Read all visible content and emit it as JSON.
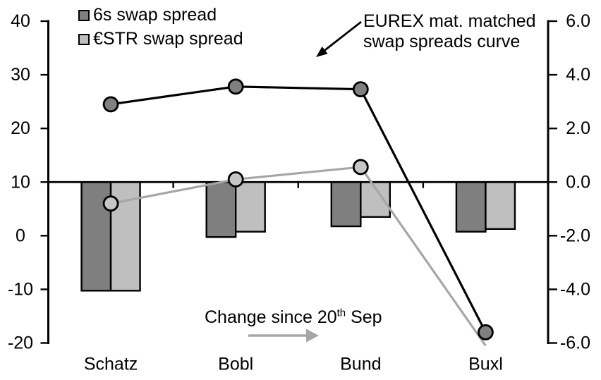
{
  "chart_data": {
    "type": "combo-bar-line",
    "categories": [
      "Schatz",
      "Bobl",
      "Bund",
      "Buxl"
    ],
    "left_axis": {
      "ticks": [
        40,
        30,
        20,
        10,
        0,
        -10,
        -20
      ],
      "min": -20,
      "max": 40
    },
    "right_axis": {
      "ticks": [
        6,
        4,
        2,
        0,
        -2,
        -4,
        -6
      ],
      "min": -6,
      "max": 6,
      "decimals": 1
    },
    "bar_series": [
      {
        "name": "6s swap spread",
        "axis": "right",
        "color": "#7f7f7f",
        "values": [
          -4.05,
          -2.05,
          -1.65,
          -1.85
        ]
      },
      {
        "name": "€STR swap spread",
        "axis": "right",
        "color": "#bfbfbf",
        "values": [
          -4.05,
          -1.85,
          -1.3,
          -1.75
        ]
      }
    ],
    "line_series": [
      {
        "name": "6s swap spread curve",
        "axis": "left",
        "color": "#000000",
        "marker_fill": "#808080",
        "values": [
          24.5,
          27.8,
          27.3,
          -18.0
        ],
        "markers": [
          true,
          true,
          true,
          true
        ]
      },
      {
        "name": "€STR swap spread curve",
        "axis": "left",
        "color": "#a6a6a6",
        "marker_fill": "#c6c6c6",
        "values": [
          6.0,
          10.5,
          12.8,
          -20.5
        ],
        "markers": [
          true,
          true,
          true,
          false
        ]
      }
    ],
    "legend": {
      "position": "top-left",
      "entries": [
        {
          "label": "6s swap spread",
          "color": "#7f7f7f"
        },
        {
          "label": "€STR swap spread",
          "color": "#bfbfbf"
        }
      ]
    },
    "annotations": {
      "curve_label_line1": "EUREX mat. matched",
      "curve_label_line2": "swap spreads curve",
      "change_label_prefix": "Change since 20",
      "change_label_sup": "th",
      "change_label_suffix": " Sep"
    },
    "grid": false,
    "title": ""
  }
}
